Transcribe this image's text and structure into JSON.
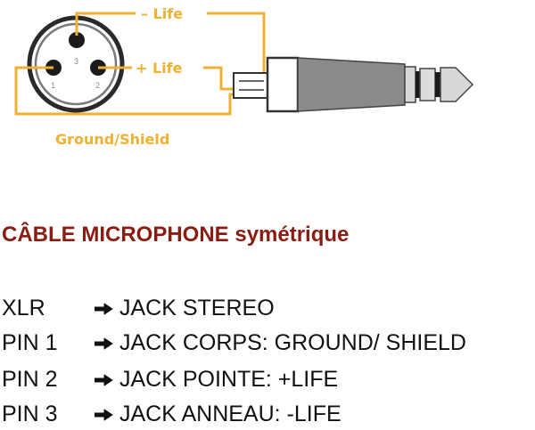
{
  "diagram": {
    "minus_life": "– Life",
    "plus_life": "+ Life",
    "ground_shield": "Ground/Shield",
    "pin1": "1",
    "pin2": "2",
    "pin3": "3",
    "wire_color": "#f0b030"
  },
  "title": {
    "main": "CÂBLE MICROPHONE",
    "suffix": "symétrique",
    "color": "#8b1c12"
  },
  "rows": [
    {
      "left": "XLR",
      "right": "JACK STEREO"
    },
    {
      "left": "PIN 1",
      "right": "JACK CORPS: GROUND/ SHIELD"
    },
    {
      "left": "PIN 2",
      "right": "JACK POINTE: +LIFE"
    },
    {
      "left": "PIN 3",
      "right": "JACK ANNEAU: -LIFE"
    }
  ]
}
